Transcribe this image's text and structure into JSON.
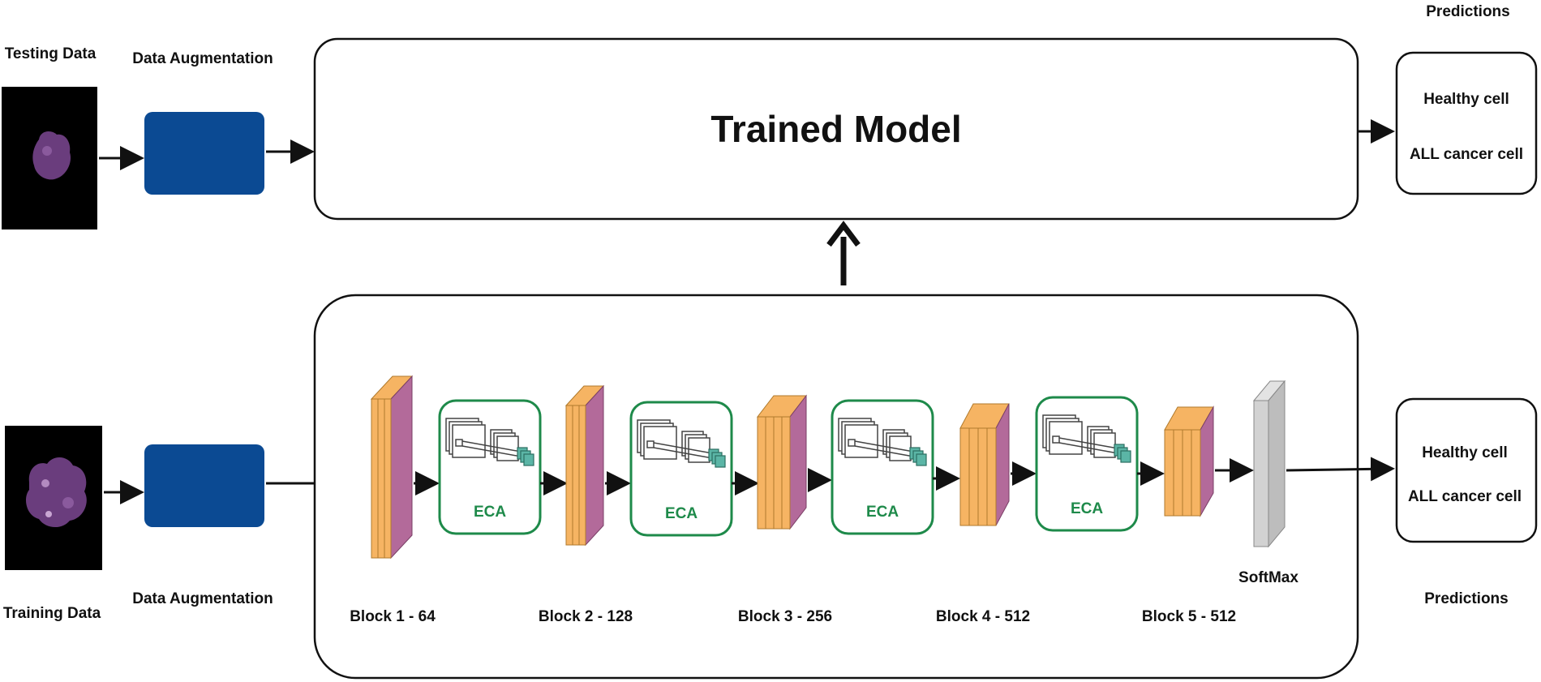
{
  "colors": {
    "augmentation_fill": "#0b4a93",
    "conv_orange": "#f6b463",
    "conv_purple": "#b36a9a",
    "eca_border": "#1e8a4a",
    "eca_icon": "#5bb5a6",
    "softmax_gray": "#cccccc",
    "cell_purple": "#6a3d7d"
  },
  "testing": {
    "input_label": "Testing Data",
    "augmentation_label": "Data Augmentation",
    "model_label": "Trained Model",
    "predictions_title": "Predictions",
    "predictions": [
      "Healthy cell",
      "ALL cancer cell"
    ]
  },
  "training": {
    "input_label": "Training Data",
    "augmentation_label": "Data Augmentation",
    "predictions_title": "Predictions",
    "predictions": [
      "Healthy cell",
      "ALL cancer cell"
    ],
    "eca_label": "ECA",
    "softmax_label": "SoftMax",
    "blocks": [
      "Block 1 - 64",
      "Block 2 - 128",
      "Block 3 - 256",
      "Block 4 - 512",
      "Block 5 - 512"
    ]
  }
}
